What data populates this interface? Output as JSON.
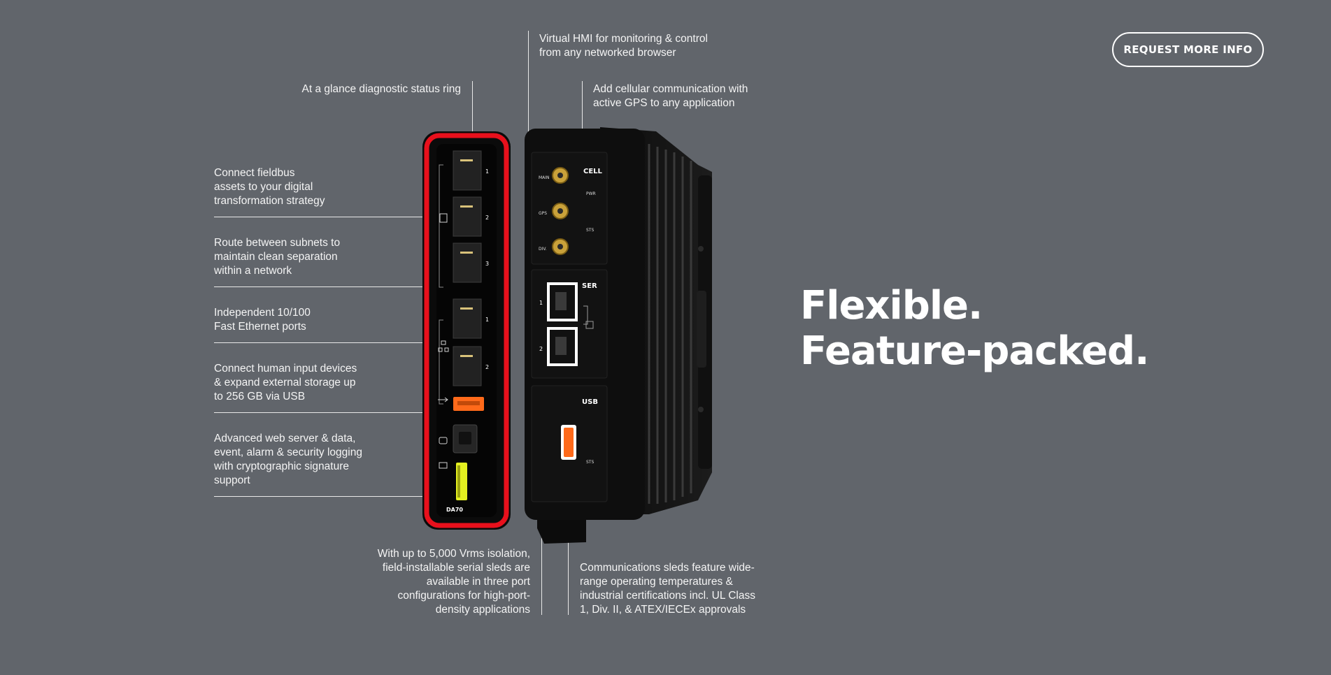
{
  "cta": {
    "label": "REQUEST MORE INFO"
  },
  "headline": {
    "line1": "Flexible.",
    "line2": "Feature-packed."
  },
  "callouts": {
    "hmi": "Virtual HMI for monitoring & control\nfrom any networked browser",
    "status_ring": "At a glance diagnostic status ring",
    "cellular": "Add cellular communication with\nactive GPS to any application",
    "fieldbus": "Connect fieldbus\nassets to your digital\ntransformation strategy",
    "subnets": "Route between subnets to\nmaintain clean separation\nwithin a network",
    "ethernet": "Independent 10/100\nFast Ethernet ports",
    "usb": "Connect human input devices\n& expand external storage up\nto 256 GB via USB",
    "logging": "Advanced web server & data,\nevent, alarm & security logging\nwith cryptographic signature\nsupport",
    "serial": "With up to 5,000 Vrms isolation,\nfield-installable serial sleds are\navailable in three port\nconfigurations for high-port-\ndensity applications",
    "certs": "Communications sleds feature wide-\nrange operating temperatures &\nindustrial certifications incl. UL Class\n1, Div. II, & ATEX/IECEx approvals"
  },
  "device": {
    "model": "DA70",
    "cell_label": "CELL",
    "ser_label": "SER",
    "usb_label": "USB",
    "antenna_labels": [
      "MAIN",
      "GPS",
      "DIV."
    ],
    "cell_leds": [
      "PWR",
      "STS"
    ],
    "usb_led": "STS",
    "front_port_numbers": [
      "1",
      "2",
      "3",
      "1",
      "2"
    ],
    "serial_port_numbers": [
      "1",
      "2"
    ],
    "ring_color": "#e8101c",
    "usb_color": "#ff6a1a",
    "sd_color": "#e4f020"
  }
}
